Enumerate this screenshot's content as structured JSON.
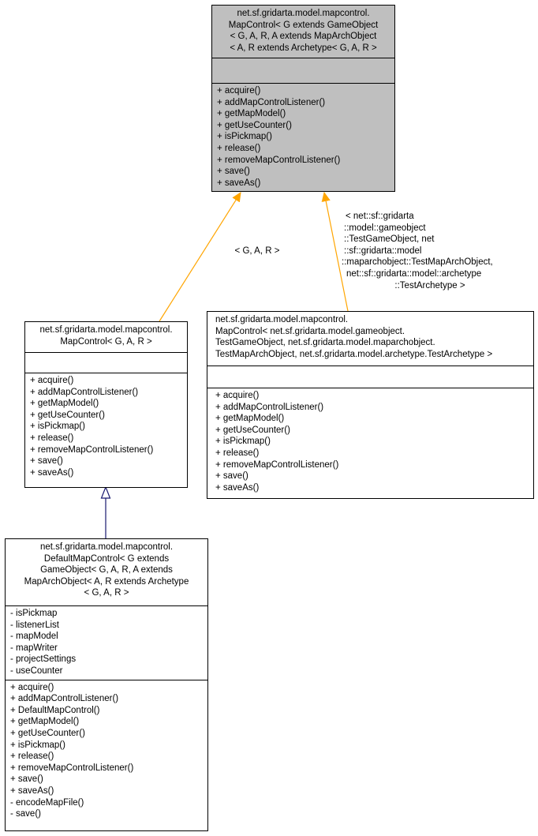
{
  "classes": {
    "base": {
      "title": [
        "net.sf.gridarta.model.mapcontrol.",
        "MapControl< G extends GameObject",
        "< G, A, R, A extends MapArchObject",
        "< A, R extends Archetype< G, A, R >"
      ],
      "methods": [
        "+ acquire()",
        "+ addMapControlListener()",
        "+ getMapModel()",
        "+ getUseCounter()",
        "+ isPickmap()",
        "+ release()",
        "+ removeMapControlListener()",
        "+ save()",
        "+ saveAs()"
      ]
    },
    "bound": {
      "title": [
        "net.sf.gridarta.model.mapcontrol.",
        "MapControl< G, A, R >"
      ],
      "methods": [
        "+ acquire()",
        "+ addMapControlListener()",
        "+ getMapModel()",
        "+ getUseCounter()",
        "+ isPickmap()",
        "+ release()",
        "+ removeMapControlListener()",
        "+ save()",
        "+ saveAs()"
      ]
    },
    "test": {
      "title": [
        "net.sf.gridarta.model.mapcontrol.",
        "MapControl< net.sf.gridarta.model.gameobject.",
        "TestGameObject, net.sf.gridarta.model.maparchobject.",
        "TestMapArchObject, net.sf.gridarta.model.archetype.TestArchetype >"
      ],
      "methods": [
        "+ acquire()",
        "+ addMapControlListener()",
        "+ getMapModel()",
        "+ getUseCounter()",
        "+ isPickmap()",
        "+ release()",
        "+ removeMapControlListener()",
        "+ save()",
        "+ saveAs()"
      ]
    },
    "default": {
      "title": [
        "net.sf.gridarta.model.mapcontrol.",
        "DefaultMapControl< G extends",
        "GameObject< G, A, R, A extends",
        "MapArchObject< A, R extends Archetype",
        "< G, A, R >"
      ],
      "attributes": [
        "- isPickmap",
        "- listenerList",
        "- mapModel",
        "- mapWriter",
        "- projectSettings",
        "- useCounter"
      ],
      "methods": [
        "+ acquire()",
        "+ addMapControlListener()",
        "+ DefaultMapControl()",
        "+ getMapModel()",
        "+ getUseCounter()",
        "+ isPickmap()",
        "+ release()",
        "+ removeMapControlListener()",
        "+ save()",
        "+ saveAs()",
        "- encodeMapFile()",
        "- save()"
      ]
    }
  },
  "edge_labels": {
    "bound": [
      "< G, A, R >"
    ],
    "test": [
      "< net::sf::gridarta",
      "::model::gameobject",
      "::TestGameObject, net",
      "::sf::gridarta::model",
      "::maparchobject::TestMapArchObject,",
      "net::sf::gridarta::model::archetype",
      "::TestArchetype >"
    ]
  },
  "colors": {
    "template_edge": "#ffa500",
    "inheritance_edge": "#191970",
    "selected_fill": "#bfbfbf"
  }
}
